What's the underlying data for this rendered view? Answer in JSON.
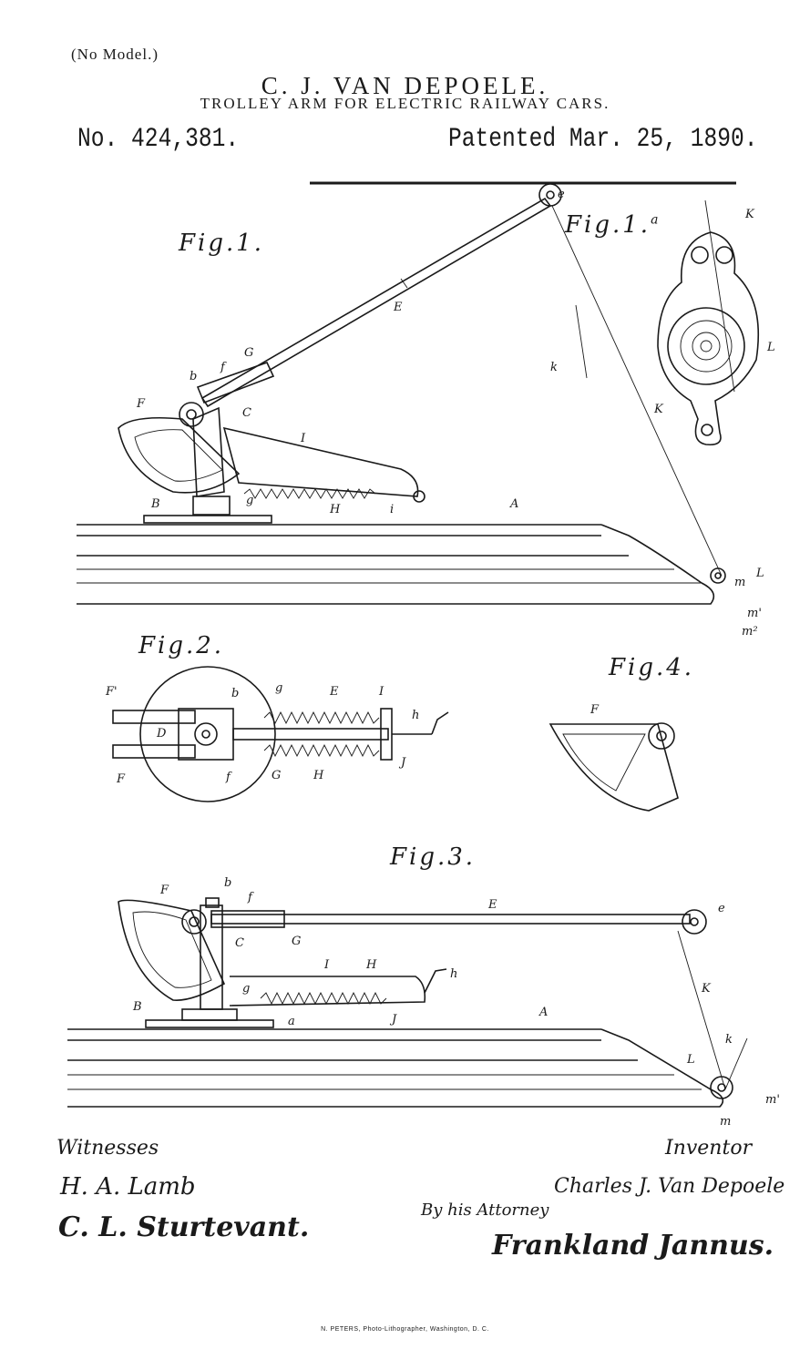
{
  "header": {
    "no_model": "(No Model.)",
    "inventor": "C. J. VAN DEPOELE.",
    "title": "TROLLEY ARM FOR ELECTRIC RAILWAY CARS.",
    "patent_number": "No. 424,381.",
    "patent_date": "Patented Mar. 25, 1890."
  },
  "figures": {
    "fig1": "Fig.1.",
    "fig1a": "Fig.1.",
    "fig1a_sup": "a",
    "fig2": "Fig.2.",
    "fig3": "Fig.3.",
    "fig4": "Fig.4."
  },
  "refs": {
    "fig1": [
      "e",
      "E",
      "G",
      "f",
      "b",
      "F",
      "C",
      "I",
      "g",
      "B",
      "H",
      "i",
      "A",
      "k",
      "K",
      "L",
      "m",
      "m'",
      "m²"
    ],
    "fig1a": [
      "K",
      "L"
    ],
    "fig2": [
      "F'",
      "b",
      "g",
      "E",
      "I",
      "h",
      "D",
      "F",
      "f",
      "G",
      "H",
      "J"
    ],
    "fig3": [
      "F",
      "b",
      "f",
      "E",
      "e",
      "C",
      "G",
      "I",
      "H",
      "h",
      "B",
      "g",
      "a",
      "J",
      "A",
      "K",
      "k",
      "L",
      "m'",
      "m"
    ],
    "fig4": [
      "F"
    ]
  },
  "signatures": {
    "witnesses_label": "Witnesses",
    "witness1": "H. A. Lamb",
    "witness2": "C. L. Sturtevant.",
    "inventor_label": "Inventor",
    "inventor_signature": "Charles J. Van Depoele",
    "attorney_label": "By his Attorney",
    "attorney_signature": "Frankland Jannus."
  },
  "printer": "N. PETERS, Photo-Lithographer, Washington, D. C."
}
